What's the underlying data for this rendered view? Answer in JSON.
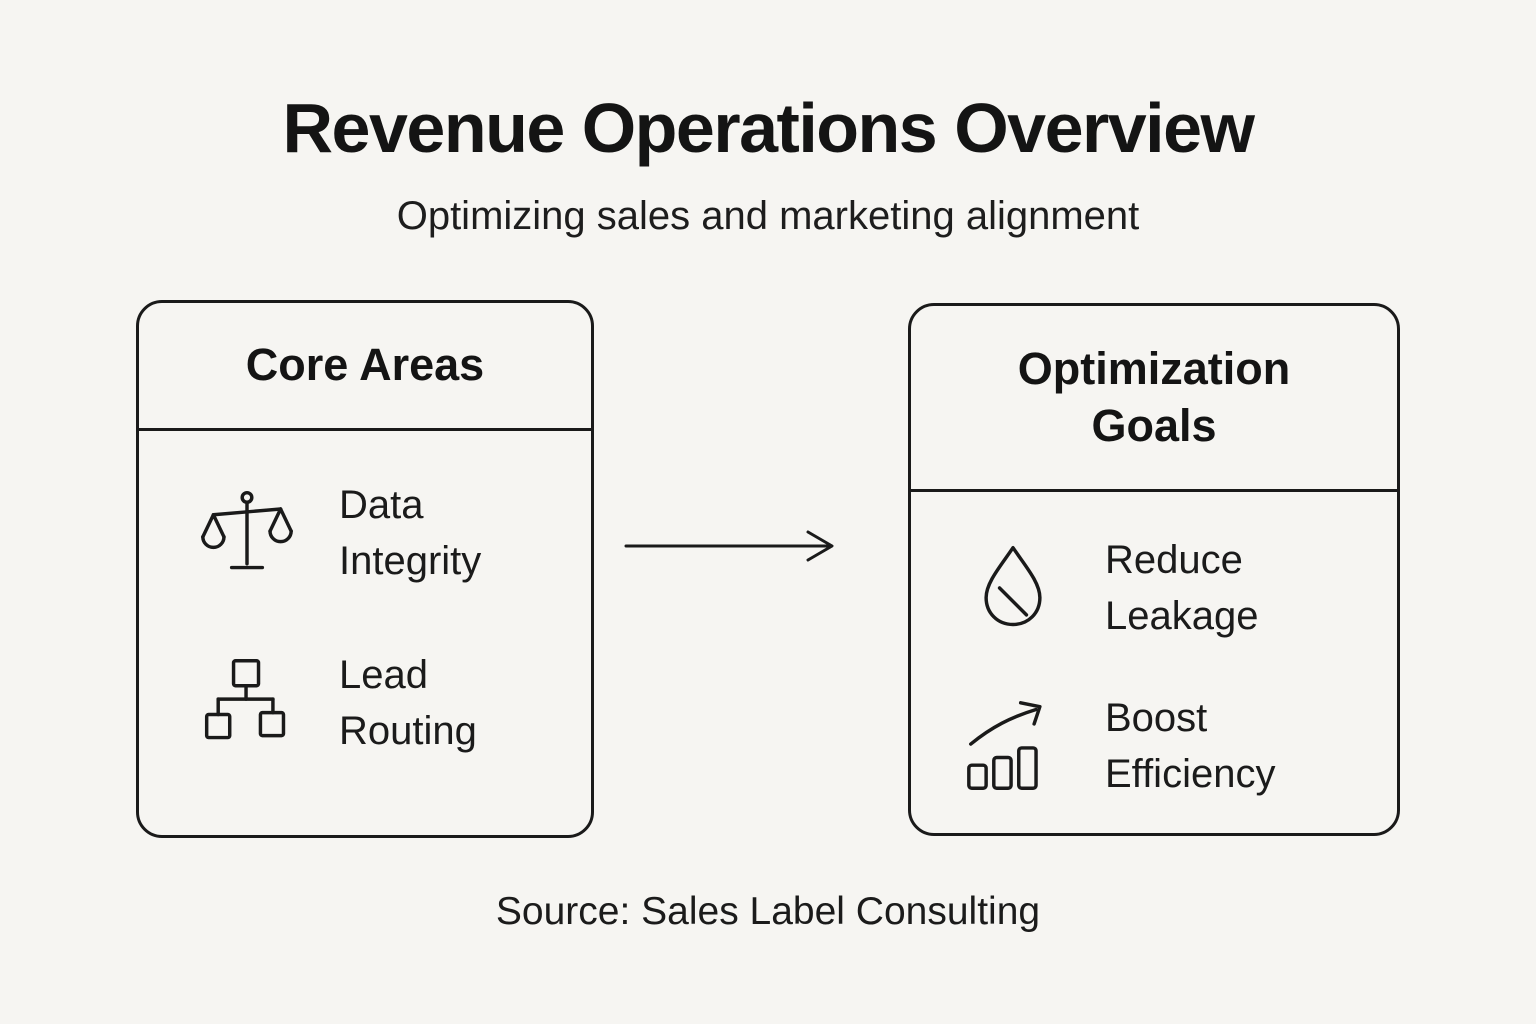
{
  "title": "Revenue Operations Overview",
  "subtitle": "Optimizing sales and marketing alignment",
  "footer": {
    "source": "Source: Sales Label Consulting"
  },
  "colors": {
    "background": "#f6f5f2",
    "ink": "#1a1a1a"
  },
  "boxes": {
    "core": {
      "title": "Core Areas",
      "items": [
        {
          "icon": "balance-scale-icon",
          "label": "Data Integrity"
        },
        {
          "icon": "hierarchy-icon",
          "label": "Lead Routing"
        }
      ]
    },
    "goals": {
      "title": "Optimization Goals",
      "items": [
        {
          "icon": "droplet-slash-icon",
          "label": "Reduce Leakage"
        },
        {
          "icon": "growth-chart-icon",
          "label": "Boost Efficiency"
        }
      ]
    }
  },
  "connector": {
    "direction": "left-to-right"
  }
}
